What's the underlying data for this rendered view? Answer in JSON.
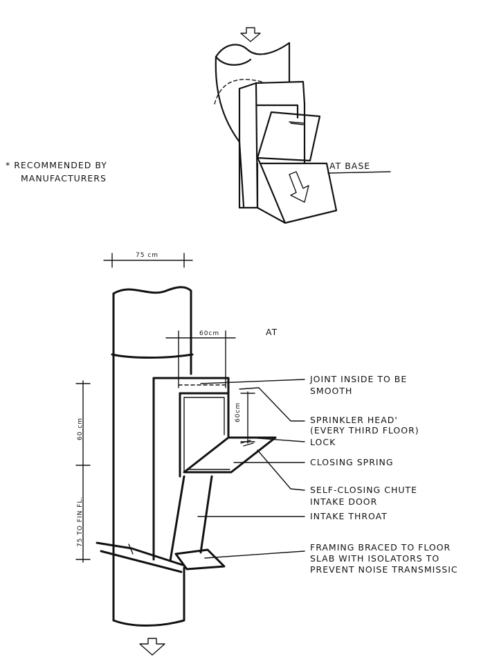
{
  "notes": {
    "recommended_line1": "* RECOMMENDED BY",
    "recommended_line2": "MANUFACTURERS",
    "at_base": "AT BASE",
    "at": "AT"
  },
  "dimensions": {
    "width": "75 cm",
    "inner_width": "60cm",
    "door_height": "60cm",
    "upper_height": "60 cm",
    "floor_height": "75 TO FIN FL."
  },
  "callouts": [
    {
      "line1": "JOINT INSIDE TO BE",
      "line2": "SMOOTH"
    },
    {
      "line1": "SPRINKLER HEAD'",
      "line2": "(EVERY THIRD FLOOR)"
    },
    {
      "line1": "LOCK",
      "line2": ""
    },
    {
      "line1": "CLOSING SPRING",
      "line2": ""
    },
    {
      "line1": "SELF-CLOSING CHUTE",
      "line2": "INTAKE DOOR"
    },
    {
      "line1": "INTAKE THROAT",
      "line2": ""
    },
    {
      "line1": "FRAMING BRACED TO FLOOR",
      "line2": "SLAB WITH ISOLATORS TO",
      "line3": "PREVENT NOISE TRANSMISSIC"
    }
  ],
  "icons": [
    "flow-arrow-down-icon",
    "flow-arrow-diagonal-icon"
  ]
}
